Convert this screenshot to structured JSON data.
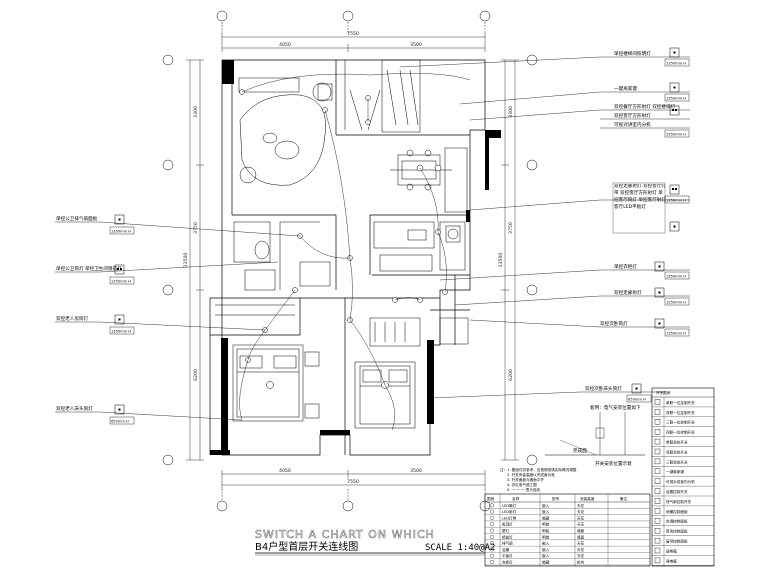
{
  "title": {
    "english": "SWITCH A CHART ON WHICH",
    "chinese": "B4户型首层开关连线图",
    "scale": "SCALE  1:40@A2"
  },
  "dimensions": {
    "top_total": "7550",
    "top_left": "4050",
    "top_right": "3500",
    "bottom_total": "7550",
    "bottom_left": "4050",
    "bottom_right": "3500",
    "left_1": "3300",
    "left_2": "3750",
    "left_3": "13500",
    "left_4": "6200",
    "right_1": "3300",
    "right_2": "3750",
    "right_3": "13500",
    "right_4": "6200"
  },
  "callouts_left": [
    {
      "text": "单控公卫排气扇面板",
      "spec": "1350mm H"
    },
    {
      "text": "单控公卫筒灯 单控卫生间镜前灯",
      "spec": "1350mm H"
    },
    {
      "text": "双控老人房筒灯",
      "spec": "1350mm H"
    },
    {
      "text": "双控老人床头筒灯",
      "spec": "650mm H"
    }
  ],
  "callouts_right": [
    {
      "text": "单控楼梯间照明灯",
      "spec": "1350mm H"
    },
    {
      "text": "一键离家键",
      "spec": "1350mm H"
    },
    {
      "text": "双控餐厅方形射灯 双控楼梯灯",
      "spec": ""
    },
    {
      "text": "双控客厅方形射灯",
      "spec": ""
    },
    {
      "text": "可视对讲室内分机",
      "spec": "1350mm H"
    },
    {
      "text": "双控走廊射灯 双控客厅灯带 双控客厅方形射灯 单控客厅筒灯 单控客厅射灯 客厅LED平板灯",
      "spec": "1350mm H"
    },
    {
      "text": "单控衣柜灯",
      "spec": "1350mm H"
    },
    {
      "text": "双控走廊射灯",
      "spec": "1350mm H"
    },
    {
      "text": "双控次卧筒灯",
      "spec": "1350mm H"
    },
    {
      "text": "双控次卧床头筒灯",
      "spec": "650mm H"
    }
  ],
  "switch_detail": {
    "note": "套用：电气安装位置如下",
    "finish_label": "完成面",
    "caption": "开关安装位置示意"
  },
  "legend_table": {
    "header": "开关图例",
    "rows": [
      "单联一位控制开关",
      "双联一位控制开关",
      "三联一位控制开关",
      "四联一位控制开关",
      "单联双控开关",
      "双联双控开关",
      "三联双控开关",
      "一键离家键",
      "可视对讲室内分机",
      "浴霸控制开关",
      "排气扇控制开关",
      "地暖控制面板",
      "空调控制面板",
      "新风控制面板",
      "窗帘控制面板",
      "弱电箱",
      "强电箱"
    ]
  },
  "notes": {
    "lines": [
      "注：1. 图纸仅供参考，应按照现场实际情况调整",
      "2. 开关安装高度以完成面为准",
      "3. 开关面板与墙面平齐",
      "4. 详见电气施工图",
      "5. 一 一 一 表示连线"
    ]
  },
  "bottom_table": {
    "headers": [
      "图例",
      "名称",
      "型号",
      "安装高度",
      "备注"
    ],
    "rows": [
      [
        "LED筒灯",
        "嵌入",
        "天花"
      ],
      [
        "LED射灯",
        "嵌入",
        "天花"
      ],
      [
        "LED灯带",
        "暗藏",
        "天花"
      ],
      [
        "吸顶灯",
        "明装",
        "天花"
      ],
      [
        "壁灯",
        "明装",
        "墙面"
      ],
      [
        "镜前灯",
        "明装",
        "墙面"
      ],
      [
        "排气扇",
        "嵌入",
        "天花"
      ],
      [
        "浴霸",
        "嵌入",
        "天花"
      ],
      [
        "平板灯",
        "嵌入",
        "天花"
      ],
      [
        "衣柜灯",
        "暗藏",
        "柜内"
      ]
    ]
  }
}
